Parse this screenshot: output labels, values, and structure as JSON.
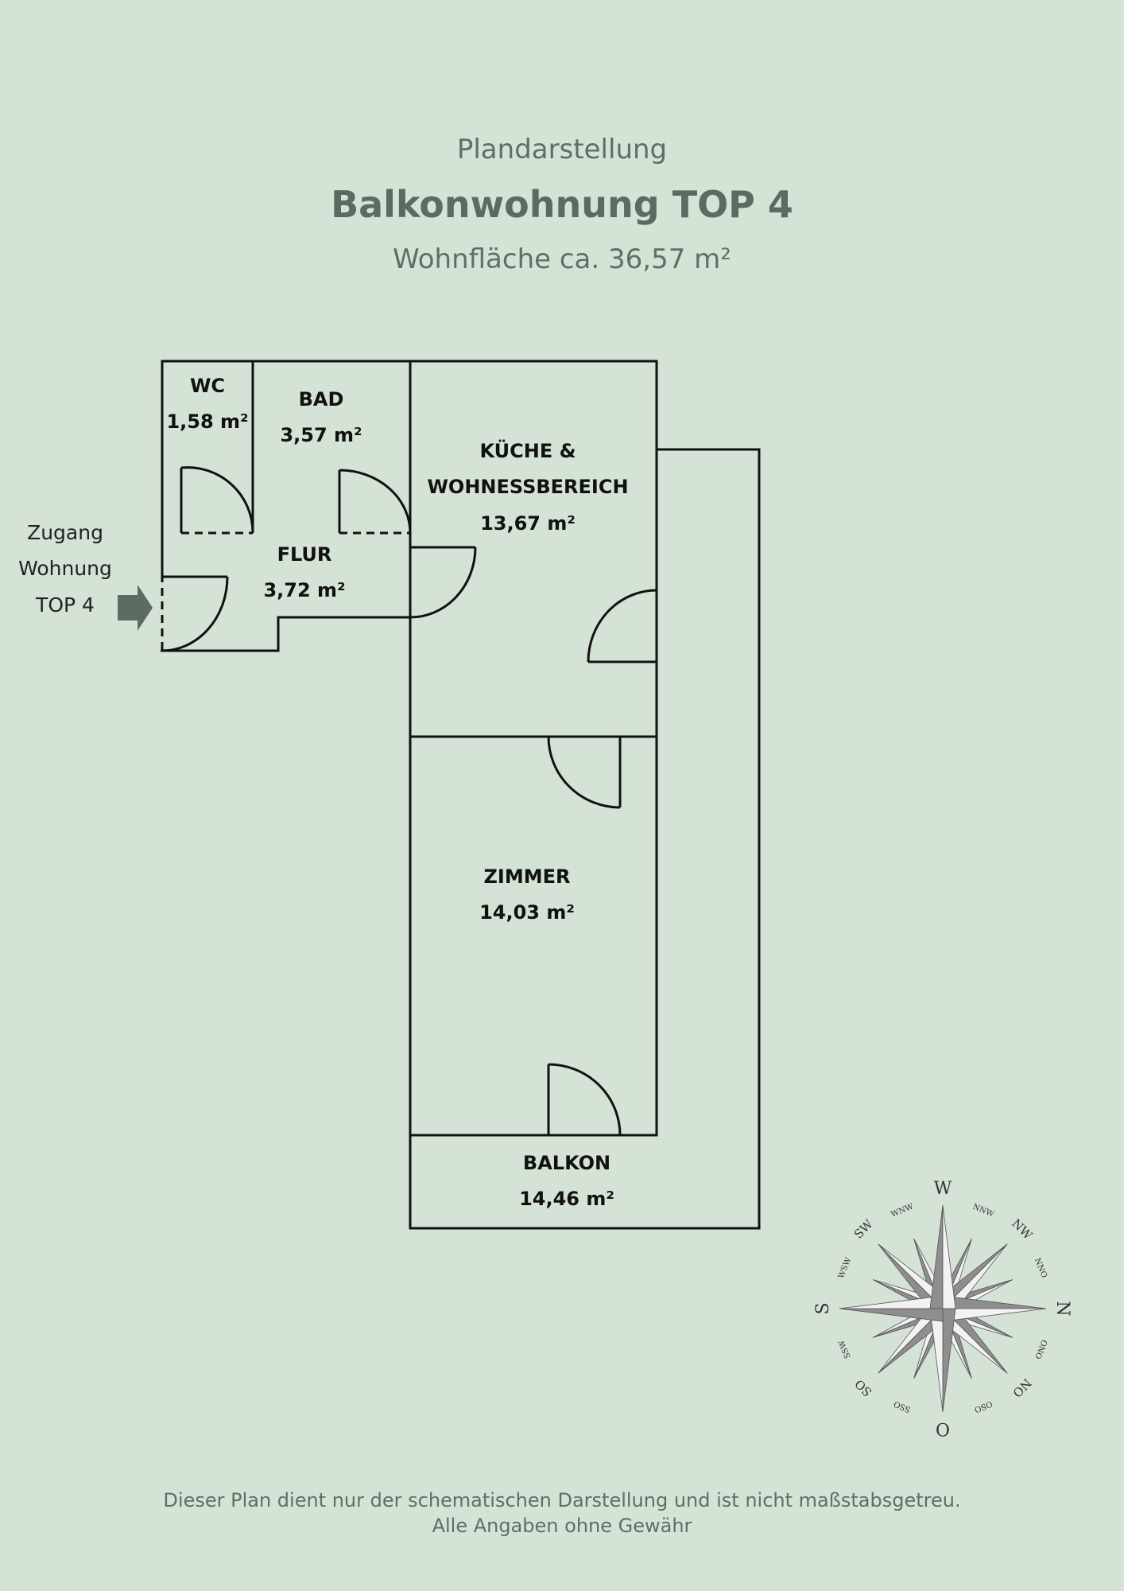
{
  "header": {
    "subtitle": "Plandarstellung",
    "title": "Balkonwohnung TOP 4",
    "area": "Wohnfläche ca. 36,57 m²"
  },
  "rooms": {
    "wc": {
      "name": "WC",
      "area": "1,58 m²"
    },
    "bad": {
      "name": "BAD",
      "area": "3,57 m²"
    },
    "kueche": {
      "name_line1": "KÜCHE &",
      "name_line2": "WOHNESSBEREICH",
      "area": "13,67 m²"
    },
    "flur": {
      "name": "FLUR",
      "area": "3,72 m²"
    },
    "zimmer": {
      "name": "ZIMMER",
      "area": "14,03 m²"
    },
    "balkon": {
      "name": "BALKON",
      "area": "14,46 m²"
    }
  },
  "entrance": {
    "line1": "Zugang",
    "line2": "Wohnung",
    "line3": "TOP 4",
    "arrow_color": "#5e6b65"
  },
  "compass": {
    "main": [
      "N",
      "O",
      "S",
      "W"
    ],
    "inter": [
      "NO",
      "SO",
      "SW",
      "NW"
    ],
    "minor": [
      "ONO",
      "OSO",
      "SSO",
      "SSW",
      "WSW",
      "WNW",
      "NNW",
      "NNO"
    ]
  },
  "footer": {
    "line1": "Dieser Plan dient nur der schematischen Darstellung und ist nicht maßstabsgetreu.",
    "line2": "Alle Angaben ohne Gewähr"
  },
  "colors": {
    "background": "#d4e3d6",
    "heading": "#5a6b64",
    "walls": "#111111"
  }
}
